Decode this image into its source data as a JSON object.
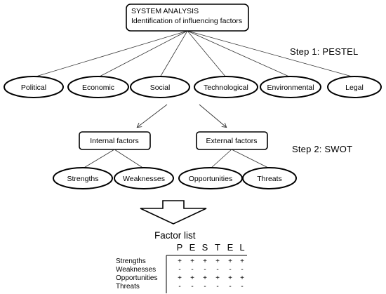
{
  "root": {
    "line1": "SYSTEM ANALYSIS",
    "line2": "Identification of influencing factors"
  },
  "steps": {
    "step1": "Step 1: PESTEL",
    "step2": "Step 2: SWOT"
  },
  "pestel": [
    "Political",
    "Economic",
    "Social",
    "Technological",
    "Environmental",
    "Legal"
  ],
  "swot_groups": {
    "internal": "Internal factors",
    "external": "External factors"
  },
  "swot": [
    "Strengths",
    "Weaknesses",
    "Opportunities",
    "Threats"
  ],
  "factor_list": {
    "title": "Factor list",
    "headers": [
      "P",
      "E",
      "S",
      "T",
      "E",
      "L"
    ],
    "rows": [
      {
        "label": "Strengths",
        "cells": [
          "+",
          "+",
          "+",
          "+",
          "+",
          "+"
        ]
      },
      {
        "label": "Weaknesses",
        "cells": [
          "-",
          "-",
          "-",
          "-",
          "-",
          "-"
        ]
      },
      {
        "label": "Opportunities",
        "cells": [
          "+",
          "+",
          "+",
          "+",
          "+",
          "+"
        ]
      },
      {
        "label": "Threats",
        "cells": [
          "-",
          "-",
          "-",
          "-",
          "-",
          "-"
        ]
      }
    ]
  }
}
